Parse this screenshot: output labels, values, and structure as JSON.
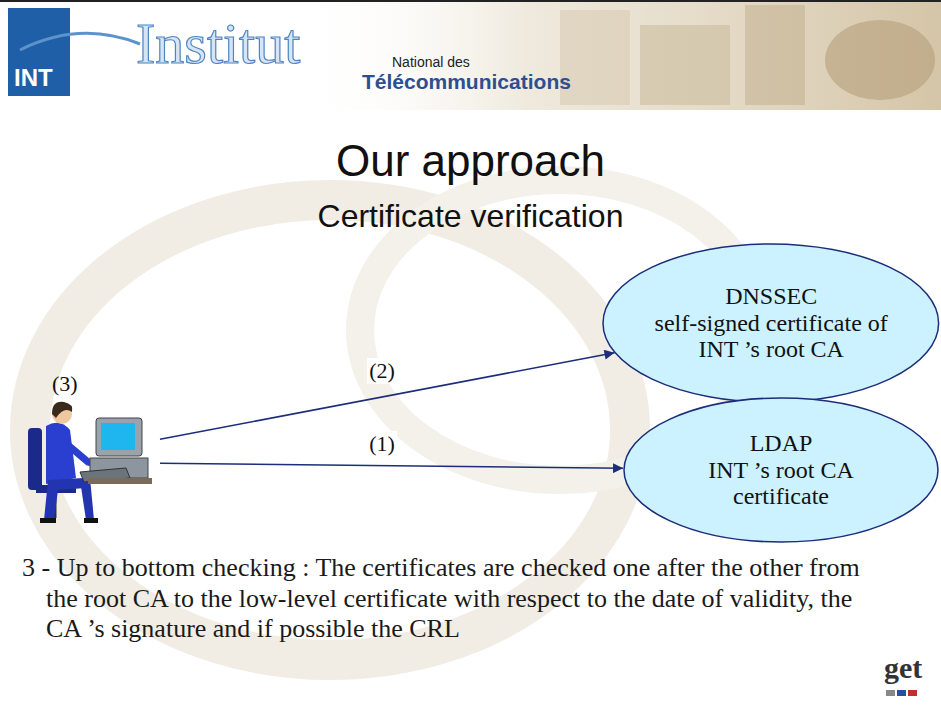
{
  "diagram": {
    "title": "Our approach",
    "nodes": [
      {
        "text": [
          "(3)"
        ]
      },
      {
        "text": [
          "DNSSEC",
          "self-signed certificate of INT ’s root CA"
        ]
      },
      {
        "text": [
          "LDAP",
          "INT ’s root CA certificate"
        ]
      }
    ],
    "edges": [
      {
        "from": 0,
        "to": 1,
        "label": "(2)",
        "arrow": "to"
      },
      {
        "from": 0,
        "to": 2,
        "label": "(1)",
        "arrow": "to"
      }
    ],
    "labels": [
      "INT",
      "Institut",
      "National des",
      "Télécommunications",
      "Certificate verification",
      "3 - Up to bottom checking : The certificates are checked one after the other from the root CA to the low-level certificate with respect to the date of validity, the CA ’s signature and if possible the CRL",
      "get"
    ]
  }
}
